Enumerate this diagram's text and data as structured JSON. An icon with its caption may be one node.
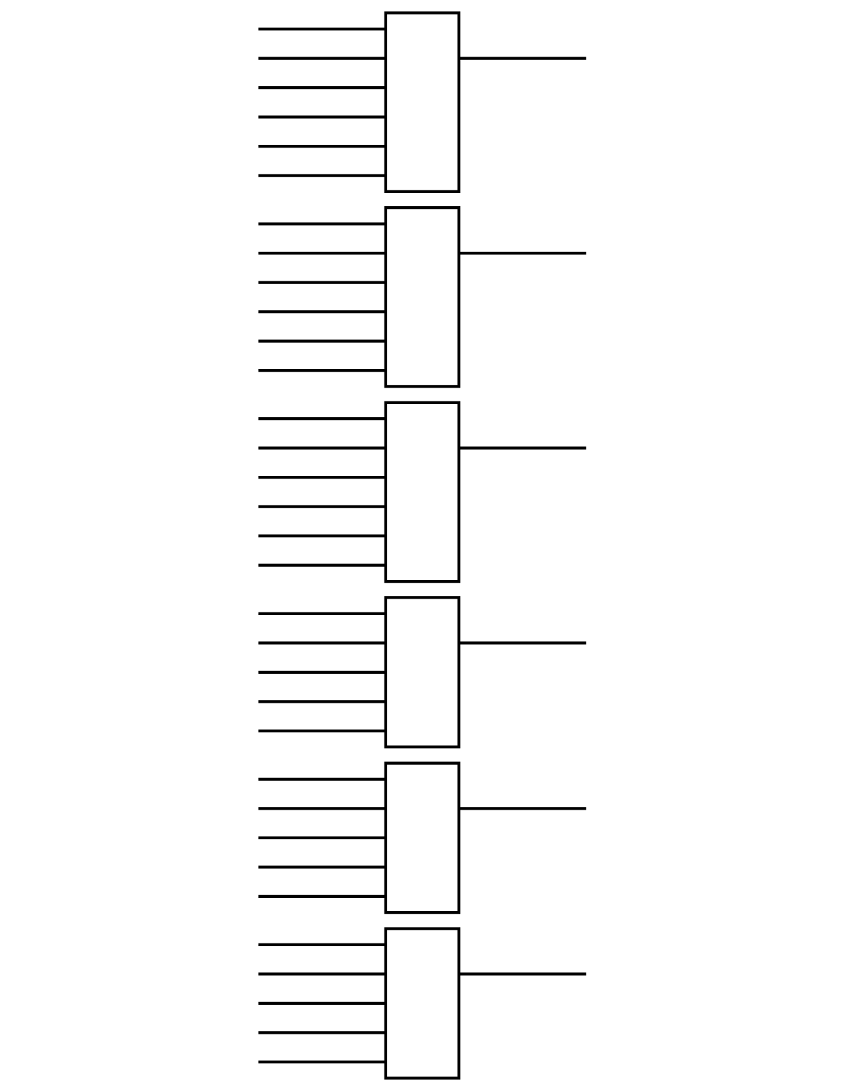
{
  "diagram": {
    "nodes": [
      {
        "text": [],
        "shape": "box"
      },
      {
        "text": [],
        "shape": "box"
      },
      {
        "text": [],
        "shape": "box"
      },
      {
        "text": [],
        "shape": "box"
      },
      {
        "text": [],
        "shape": "box"
      },
      {
        "text": [],
        "shape": "box"
      }
    ],
    "edges": [
      {
        "from": null,
        "to": 0,
        "arrow": "none"
      },
      {
        "from": null,
        "to": 0,
        "arrow": "none"
      },
      {
        "from": null,
        "to": 0,
        "arrow": "none"
      },
      {
        "from": null,
        "to": 0,
        "arrow": "none"
      },
      {
        "from": null,
        "to": 0,
        "arrow": "none"
      },
      {
        "from": null,
        "to": 0,
        "arrow": "none"
      },
      {
        "from": 0,
        "to": null,
        "arrow": "none"
      },
      {
        "from": null,
        "to": 1,
        "arrow": "none"
      },
      {
        "from": null,
        "to": 1,
        "arrow": "none"
      },
      {
        "from": null,
        "to": 1,
        "arrow": "none"
      },
      {
        "from": null,
        "to": 1,
        "arrow": "none"
      },
      {
        "from": null,
        "to": 1,
        "arrow": "none"
      },
      {
        "from": null,
        "to": 1,
        "arrow": "none"
      },
      {
        "from": 1,
        "to": null,
        "arrow": "none"
      },
      {
        "from": null,
        "to": 2,
        "arrow": "none"
      },
      {
        "from": null,
        "to": 2,
        "arrow": "none"
      },
      {
        "from": null,
        "to": 2,
        "arrow": "none"
      },
      {
        "from": null,
        "to": 2,
        "arrow": "none"
      },
      {
        "from": null,
        "to": 2,
        "arrow": "none"
      },
      {
        "from": null,
        "to": 2,
        "arrow": "none"
      },
      {
        "from": 2,
        "to": null,
        "arrow": "none"
      },
      {
        "from": null,
        "to": 3,
        "arrow": "none"
      },
      {
        "from": null,
        "to": 3,
        "arrow": "none"
      },
      {
        "from": null,
        "to": 3,
        "arrow": "none"
      },
      {
        "from": null,
        "to": 3,
        "arrow": "none"
      },
      {
        "from": null,
        "to": 3,
        "arrow": "none"
      },
      {
        "from": 3,
        "to": null,
        "arrow": "none"
      },
      {
        "from": null,
        "to": 4,
        "arrow": "none"
      },
      {
        "from": null,
        "to": 4,
        "arrow": "none"
      },
      {
        "from": null,
        "to": 4,
        "arrow": "none"
      },
      {
        "from": null,
        "to": 4,
        "arrow": "none"
      },
      {
        "from": null,
        "to": 4,
        "arrow": "none"
      },
      {
        "from": 4,
        "to": null,
        "arrow": "none"
      },
      {
        "from": null,
        "to": 5,
        "arrow": "none"
      },
      {
        "from": null,
        "to": 5,
        "arrow": "none"
      },
      {
        "from": null,
        "to": 5,
        "arrow": "none"
      },
      {
        "from": null,
        "to": 5,
        "arrow": "none"
      },
      {
        "from": null,
        "to": 5,
        "arrow": "none"
      },
      {
        "from": 5,
        "to": null,
        "arrow": "none"
      }
    ]
  }
}
